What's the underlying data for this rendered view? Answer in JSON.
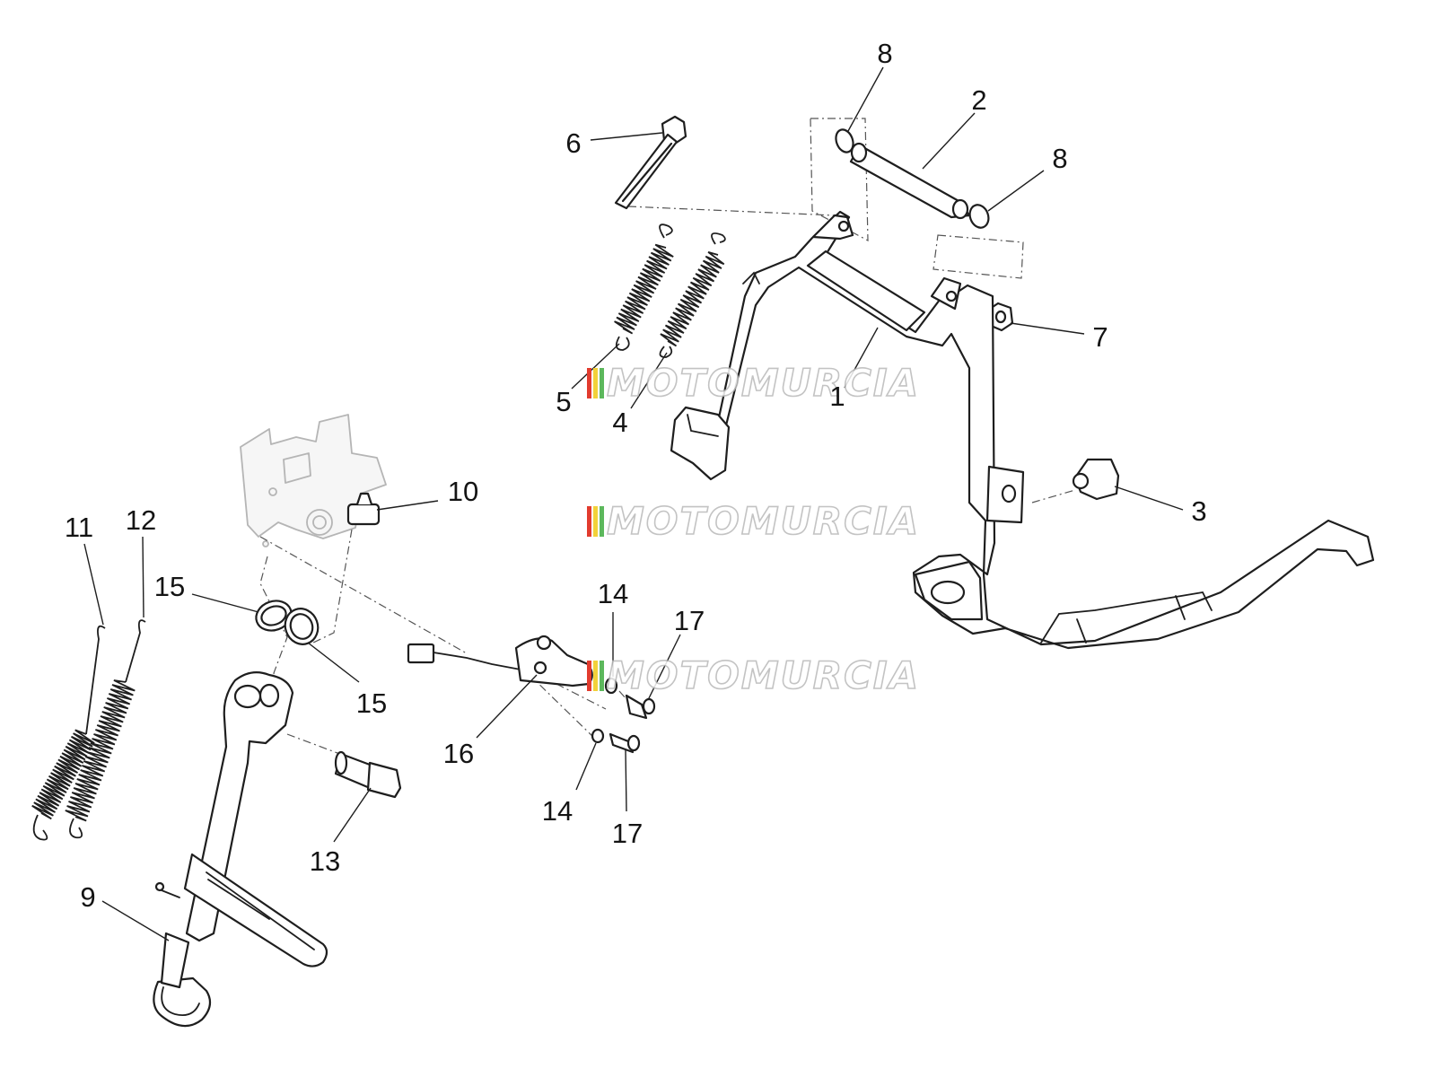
{
  "diagram": {
    "colors": {
      "line": "#1e1e1e",
      "ghost": "#b5b5b5",
      "watermark_outline": "#b9b9b9",
      "stripe_red": "#e23b2e",
      "stripe_yellow": "#f2d13a",
      "stripe_green": "#5cb85c"
    },
    "watermark": {
      "text": "MOTOMURCIA"
    },
    "callouts": [
      "1",
      "2",
      "3",
      "4",
      "5",
      "6",
      "7",
      "8",
      "8",
      "9",
      "10",
      "11",
      "12",
      "13",
      "14",
      "14",
      "15",
      "15",
      "16",
      "17",
      "17"
    ]
  }
}
